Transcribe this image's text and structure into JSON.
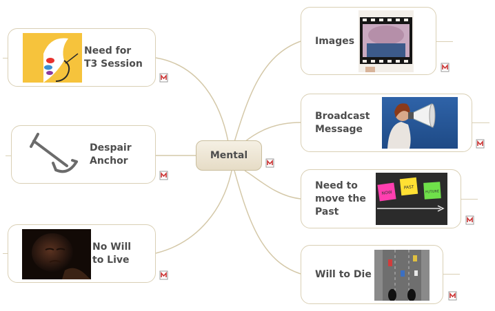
{
  "central": {
    "label": "Mental"
  },
  "topics": [
    {
      "id": "t3",
      "label": "Need for\nT3 Session",
      "image": "butterfly-logo",
      "note": "mindjet-note-icon"
    },
    {
      "id": "anchor",
      "label": "Despair\nAnchor",
      "image": "anchor",
      "note": "mindjet-note-icon"
    },
    {
      "id": "will-live",
      "label": "No Will\nto Live",
      "image": "sad-woman-photo",
      "note": "mindjet-note-icon"
    },
    {
      "id": "images",
      "label": "Images",
      "image": "film-frame-photo",
      "note": "mindjet-note-icon"
    },
    {
      "id": "broadcast",
      "label": "Broadcast\nMessage",
      "image": "megaphone-photo",
      "note": "mindjet-note-icon"
    },
    {
      "id": "past",
      "label": "Need to\nmove the\nPast",
      "image": "sticky-notes-photo",
      "note": "mindjet-note-icon"
    },
    {
      "id": "die",
      "label": "Will to Die",
      "image": "street-from-above-photo",
      "note": "mindjet-note-icon"
    }
  ],
  "sticky_notes": [
    "NOW",
    "PAST",
    "FUTURE"
  ],
  "colors": {
    "connector": "#d4c8a8",
    "node_border": "#d9cfb4",
    "label": "#4d4d4d",
    "note_icon": "#cc3333"
  }
}
